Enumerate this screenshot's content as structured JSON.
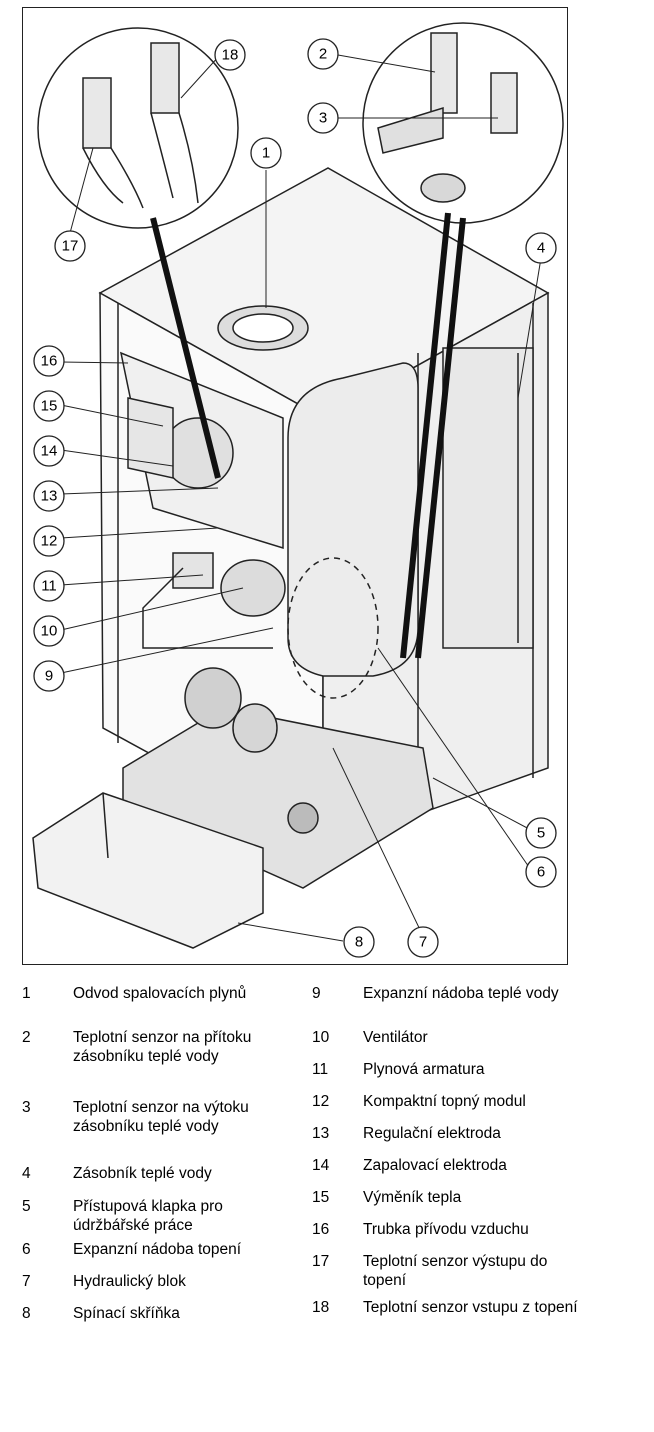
{
  "diagram": {
    "callouts": [
      "1",
      "2",
      "3",
      "4",
      "5",
      "6",
      "7",
      "8",
      "9",
      "10",
      "11",
      "12",
      "13",
      "14",
      "15",
      "16",
      "17",
      "18"
    ]
  },
  "legend": {
    "items": [
      {
        "num": "1",
        "text": "Odvod spalovacích plynů"
      },
      {
        "num": "2",
        "text": "Teplotní senzor na přítoku zásobníku teplé vody"
      },
      {
        "num": "3",
        "text": "Teplotní senzor na výtoku zásobníku teplé vody"
      },
      {
        "num": "4",
        "text": "Zásobník teplé vody"
      },
      {
        "num": "5",
        "text": "Přístupová klapka pro údržbářské práce"
      },
      {
        "num": "6",
        "text": "Expanzní nádoba topení"
      },
      {
        "num": "7",
        "text": "Hydraulický blok"
      },
      {
        "num": "8",
        "text": "Spínací skříňka"
      },
      {
        "num": "9",
        "text": "Expanzní nádoba teplé vody"
      },
      {
        "num": "10",
        "text": "Ventilátor"
      },
      {
        "num": "11",
        "text": "Plynová armatura"
      },
      {
        "num": "12",
        "text": "Kompaktní topný modul"
      },
      {
        "num": "13",
        "text": "Regulační elektroda"
      },
      {
        "num": "14",
        "text": "Zapalovací elektroda"
      },
      {
        "num": "15",
        "text": "Výměník tepla"
      },
      {
        "num": "16",
        "text": "Trubka přívodu vzduchu"
      },
      {
        "num": "17",
        "text": "Teplotní senzor výstupu do topení"
      },
      {
        "num": "18",
        "text": "Teplotní senzor vstupu z topení"
      }
    ]
  }
}
